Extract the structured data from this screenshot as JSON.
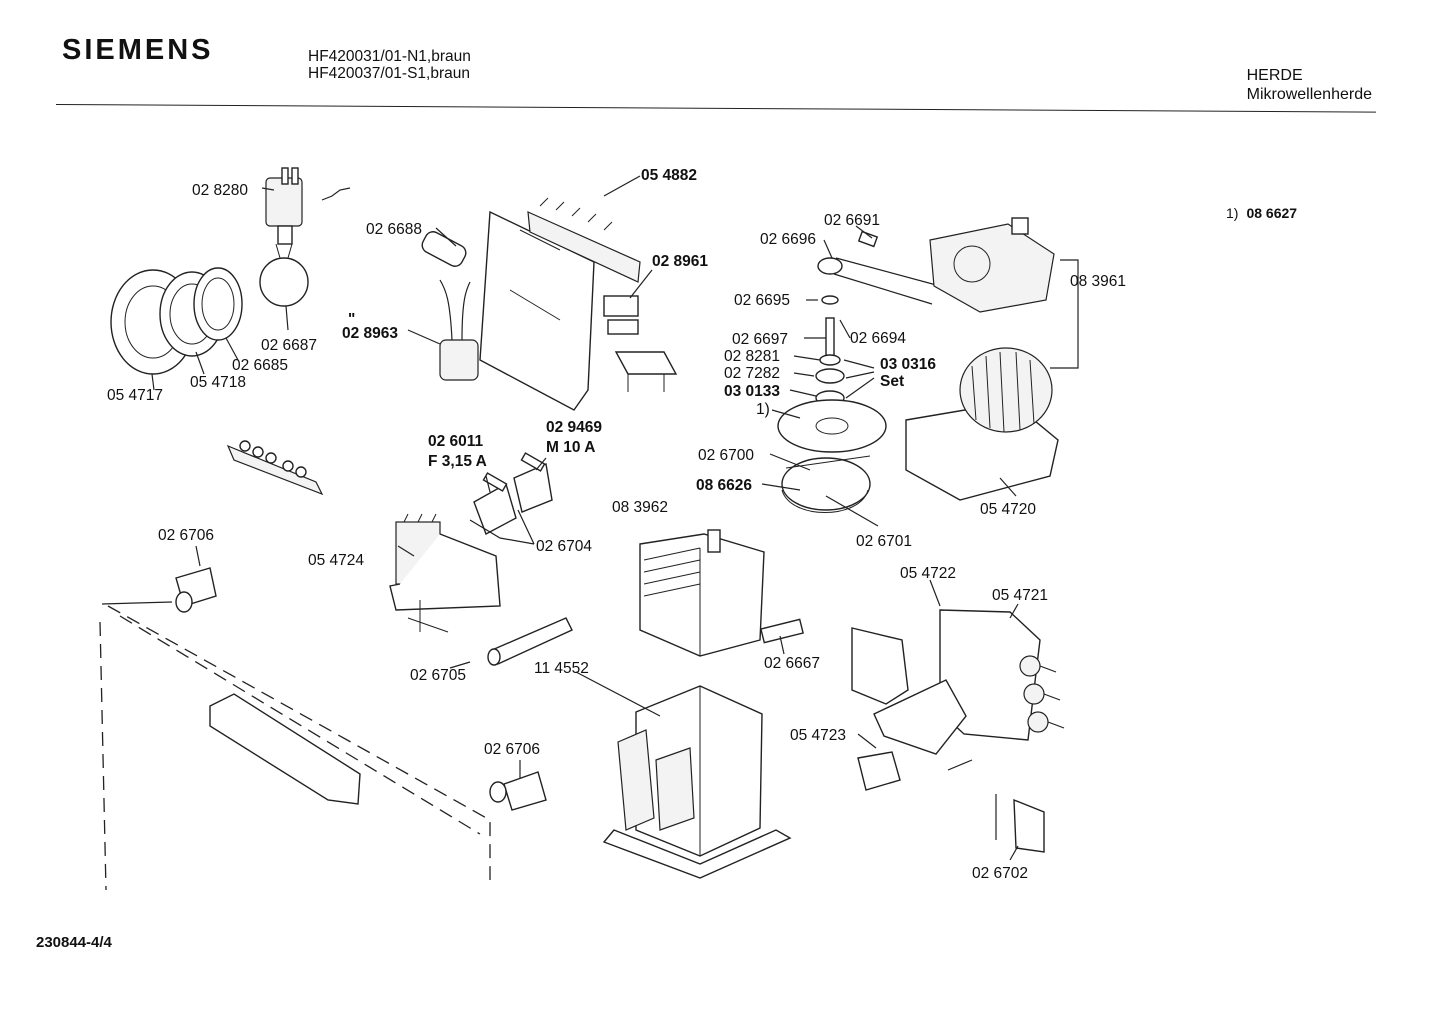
{
  "header": {
    "brand": "SIEMENS",
    "models": [
      "HF420031/01-N1,braun",
      "HF420037/01-S1,braun"
    ],
    "category": "HERDE",
    "subcategory": "Mikrowellenherde"
  },
  "footnote": {
    "marker": "1)",
    "part": "08 6627"
  },
  "document_number": "230844-4/4",
  "labels": {
    "p028280": "02 8280",
    "p026688": "02 6688",
    "p054882": "05 4882",
    "p028961": "02 8961",
    "p026691": "02 6691",
    "p026696": "02 6696",
    "p026695": "02 6695",
    "p026694": "02 6694",
    "p083961": "08 3961",
    "p028963": "02 8963",
    "p028963_mark": "\"",
    "p026687": "02 6687",
    "p026685": "02 6685",
    "p054718": "05 4718",
    "p054717": "05 4717",
    "p026697": "02 6697",
    "p028281": "02 8281",
    "p027282": "02 7282",
    "p030133": "03 0133",
    "p030316": "03 0316",
    "p030316_set": "Set",
    "ref1": "1)",
    "p029469": "02 9469",
    "p029469_rating": "M 10 A",
    "p026011": "02 6011",
    "p026011_rating": "F 3,15 A",
    "p026700": "02 6700",
    "p086626": "08 6626",
    "p054720": "05 4720",
    "p083962": "08 3962",
    "p026701": "02 6701",
    "p026704": "02 6704",
    "p026706a": "02 6706",
    "p054724": "05 4724",
    "p054722": "05 4722",
    "p054721": "05 4721",
    "p026667": "02 6667",
    "p026705": "02 6705",
    "p114552": "11 4552",
    "p054723": "05 4723",
    "p026706b": "02 6706",
    "p026702": "02 6702"
  }
}
